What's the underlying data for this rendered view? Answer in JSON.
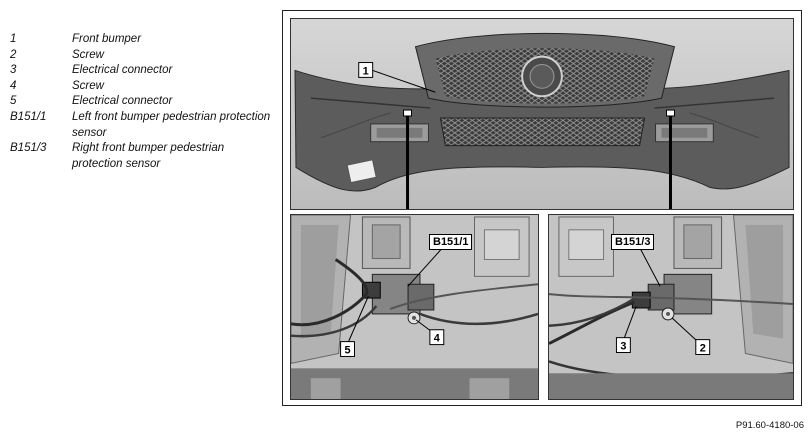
{
  "legend": [
    {
      "key": "1",
      "value": "Front bumper"
    },
    {
      "key": "2",
      "value": "Screw"
    },
    {
      "key": "3",
      "value": "Electrical connector"
    },
    {
      "key": "4",
      "value": "Screw"
    },
    {
      "key": "5",
      "value": "Electrical connector"
    },
    {
      "key": "B151/1",
      "value": "Left front bumper pedestrian protection sensor"
    },
    {
      "key": "B151/3",
      "value": "Right front bumper pedestrian protection sensor"
    }
  ],
  "figure": {
    "top_callout": "1",
    "left_sensor_label": "B151/1",
    "left_callouts": {
      "a": "5",
      "b": "4"
    },
    "right_sensor_label": "B151/3",
    "right_callouts": {
      "a": "3",
      "b": "2"
    },
    "code": "P91.60-4180-06"
  },
  "colors": {
    "photo_bg": "#c8c8c8",
    "bumper_body": "#5c5c5c",
    "panel_border": "#333333"
  }
}
